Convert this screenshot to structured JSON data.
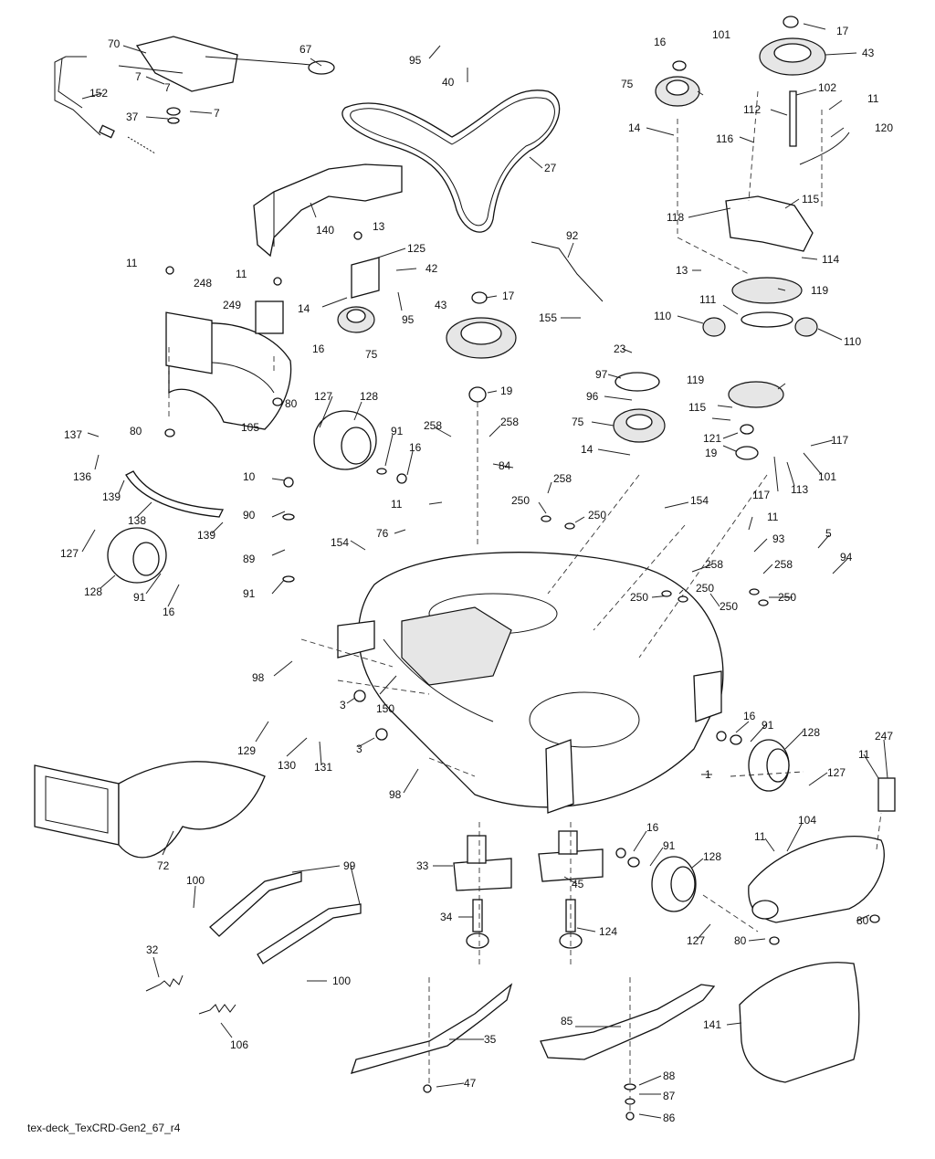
{
  "caption": "tex-deck_TexCRD-Gen2_67_r4",
  "callouts": [
    "70",
    "67",
    "7",
    "7",
    "152",
    "37",
    "7",
    "95",
    "40",
    "27",
    "17",
    "43",
    "16",
    "101",
    "75",
    "102",
    "11",
    "112",
    "14",
    "120",
    "116",
    "115",
    "118",
    "140",
    "13",
    "125",
    "42",
    "11",
    "248",
    "11",
    "249",
    "14",
    "95",
    "16",
    "75",
    "105",
    "80",
    "92",
    "17",
    "43",
    "114",
    "13",
    "119",
    "111",
    "110",
    "110",
    "155",
    "23",
    "97",
    "19",
    "96",
    "75",
    "119",
    "115",
    "117",
    "121",
    "101",
    "19",
    "117",
    "113",
    "14",
    "137",
    "80",
    "136",
    "139",
    "138",
    "139",
    "127",
    "128",
    "91",
    "16",
    "128",
    "127",
    "91",
    "16",
    "258",
    "258",
    "84",
    "10",
    "90",
    "89",
    "91",
    "11",
    "258",
    "250",
    "250",
    "154",
    "76",
    "154",
    "11",
    "93",
    "5",
    "94",
    "258",
    "258",
    "250",
    "250",
    "250",
    "250",
    "98",
    "3",
    "150",
    "129",
    "130",
    "131",
    "3",
    "98",
    "1",
    "16",
    "91",
    "128",
    "247",
    "127",
    "11",
    "11",
    "104",
    "72",
    "99",
    "100",
    "33",
    "45",
    "16",
    "91",
    "128",
    "34",
    "124",
    "80",
    "127",
    "80",
    "100",
    "32",
    "106",
    "35",
    "85",
    "88",
    "87",
    "47",
    "86",
    "141"
  ]
}
